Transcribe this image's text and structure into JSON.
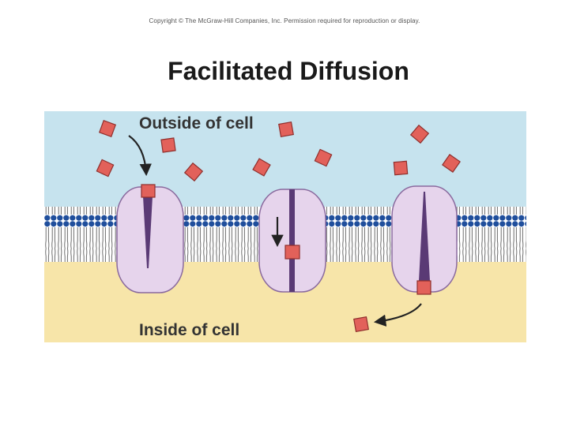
{
  "header": {
    "copyright": "Copyright © The McGraw-Hill Companies, Inc. Permission required for reproduction or display.",
    "title": "Facilitated Diffusion"
  },
  "diagram": {
    "outside_label": "Outside of cell",
    "inside_label": "Inside of cell",
    "colors": {
      "outside": "#c6e3ee",
      "inside": "#f7e5a9",
      "phospholipid_head": "#1f4e9c",
      "tail": "#6d6d6d",
      "protein_fill": "#e6d4ec",
      "protein_stroke": "#8a6a9e",
      "channel": "#5a3a75",
      "molecule": "#e2615a",
      "molecule_stroke": "#8f2f2c",
      "arrow": "#222222"
    },
    "icons": [
      "solute-molecule-icon",
      "carrier-protein-icon",
      "curved-arrow-icon"
    ]
  }
}
